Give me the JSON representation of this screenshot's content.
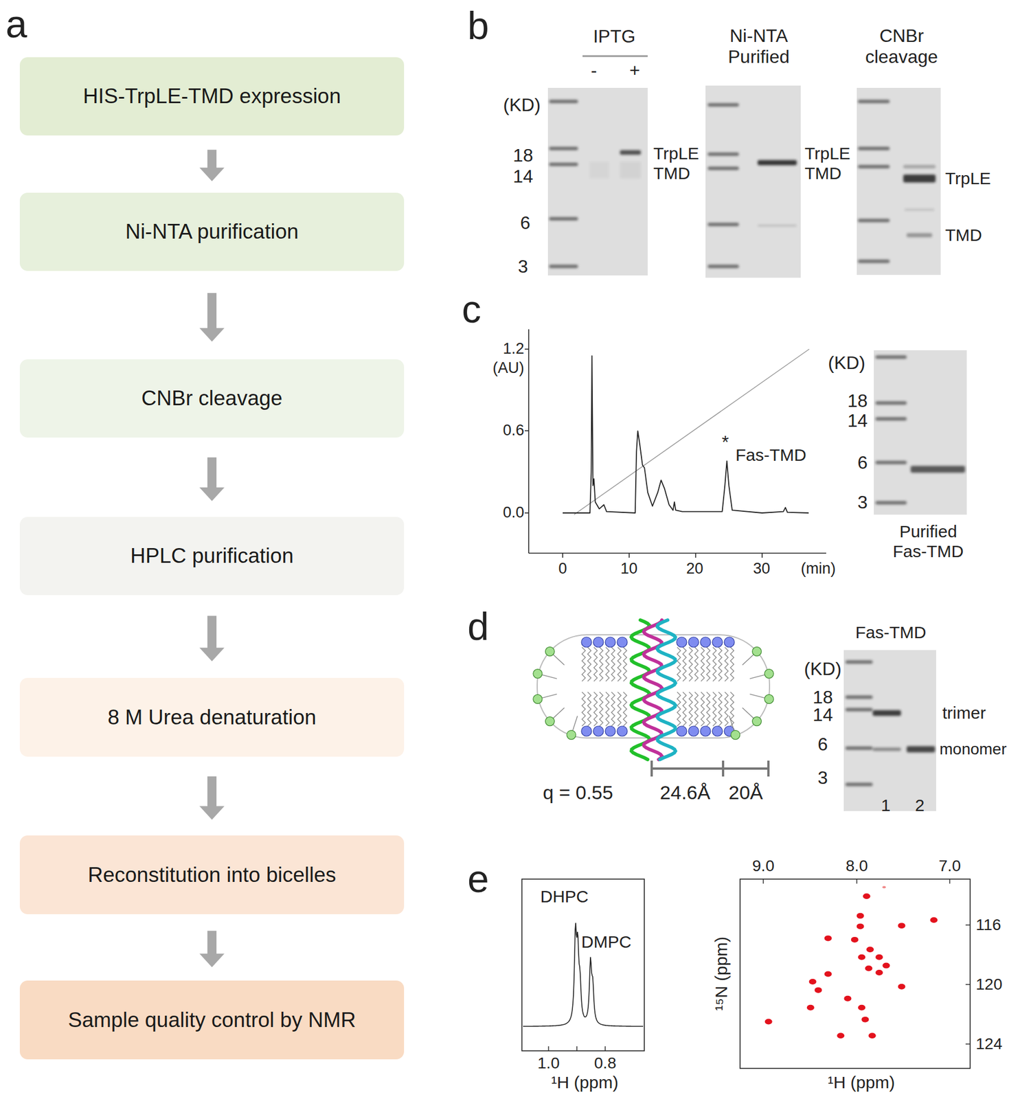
{
  "diagram": {
    "nodes": [
      {
        "text": [
          "HIS-TrpLE-TMD expression"
        ]
      },
      {
        "text": [
          "Ni-NTA purification"
        ]
      },
      {
        "text": [
          "CNBr cleavage"
        ]
      },
      {
        "text": [
          "HPLC purification"
        ]
      },
      {
        "text": [
          "8 M Urea denaturation"
        ]
      },
      {
        "text": [
          "Reconstitution into bicelles"
        ]
      },
      {
        "text": [
          "Sample quality control by NMR"
        ]
      }
    ],
    "edges": [
      {
        "from": 0,
        "to": 1,
        "arrow": "to"
      },
      {
        "from": 1,
        "to": 2,
        "arrow": "to"
      },
      {
        "from": 2,
        "to": 3,
        "arrow": "to"
      },
      {
        "from": 3,
        "to": 4,
        "arrow": "to"
      },
      {
        "from": 4,
        "to": 5,
        "arrow": "to"
      },
      {
        "from": 5,
        "to": 6,
        "arrow": "to"
      }
    ],
    "labels": [
      "a",
      "b",
      "IPTG",
      "-",
      "+",
      "Ni-NTA Purified",
      "CNBr cleavage",
      "(KD)",
      "18",
      "14",
      "6",
      "3",
      "TrpLE TMD",
      "TrpLE TMD",
      "TrpLE",
      "TMD",
      "c",
      "1.2",
      "(AU)",
      "0.6",
      "0.0",
      "0",
      "10",
      "20",
      "30",
      "(min)",
      "*",
      "Fas-TMD",
      "(KD)",
      "18",
      "14",
      "6",
      "3",
      "Purified Fas-TMD",
      "d",
      "q = 0.55",
      "24.6Å",
      "20Å",
      "Fas-TMD",
      "(KD)",
      "18",
      "14",
      "6",
      "3",
      "trimer",
      "monomer",
      "1",
      "2",
      "e",
      "DHPC",
      "DMPC",
      "1.0",
      "0.8",
      "¹H (ppm)",
      "9.0",
      "8.0",
      "7.0",
      "116",
      "120",
      "124",
      "¹⁵N (ppm)",
      "¹H (ppm)"
    ]
  }
}
